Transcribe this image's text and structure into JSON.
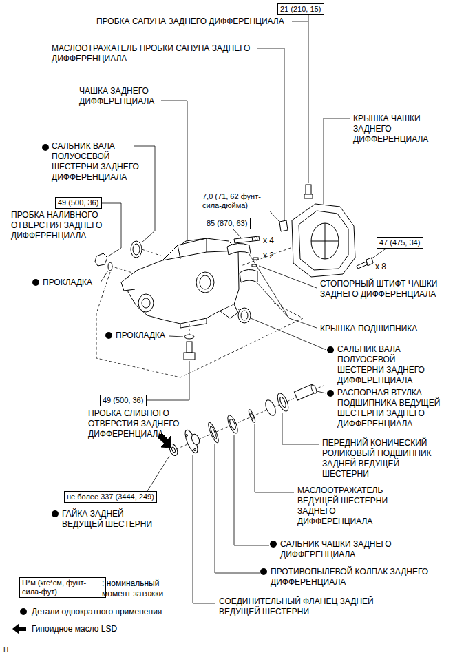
{
  "diagram": {
    "nodes": [
      {
        "text": [
          "21 (210, 15)"
        ]
      },
      {
        "text": [
          "7,0 (71, 62 фунт-сила-дюйма)"
        ]
      },
      {
        "text": [
          "49 (500, 36)"
        ]
      },
      {
        "text": [
          "85 (870, 63)"
        ]
      },
      {
        "text": [
          "47 (475, 34)"
        ]
      },
      {
        "text": [
          "49 (500, 36)"
        ]
      },
      {
        "text": [
          "не более 337 (3444, 249)"
        ]
      },
      {
        "text": [
          "Н*м (кгс*см, фунт-сила-фут)"
        ]
      }
    ],
    "labels": [
      "ПРОБКА САПУНА ЗАДНЕГО ДИФФЕРЕНЦИАЛА",
      "МАСЛООТРАЖАТЕЛЬ ПРОБКИ САПУНА ЗАДНЕГО ДИФФЕРЕНЦИАЛА",
      "ЧАШКА ЗАДНЕГО ДИФФЕРЕНЦИАЛА",
      "КРЫШКА ЧАШКИ ЗАДНЕГО ДИФФЕРЕНЦИАЛА",
      "САЛЬНИК ВАЛА ПОЛУОСЕВОЙ ШЕСТЕРНИ ЗАДНЕГО ДИФФЕРЕНЦИАЛА",
      "ПРОБКА НАЛИВНОГО ОТВЕРСТИЯ ЗАДНЕГО ДИФФЕРЕНЦИАЛА",
      "x 4",
      "x 2",
      "x 8",
      "ПРОКЛАДКА",
      "СТОПОРНЫЙ ШТИФТ ЧАШКИ ЗАДНЕГО ДИФФЕРЕНЦИАЛА",
      "КРЫШКА ПОДШИПНИКА",
      "ПРОКЛАДКА",
      "САЛЬНИК ВАЛА ПОЛУОСЕВОЙ ШЕСТЕРНИ ЗАДНЕГО ДИФФЕРЕНЦИАЛА",
      "РАСПОРНАЯ ВТУЛКА ПОДШИПНИКА ВЕДУЩЕЙ ШЕСТЕРНИ ЗАДНЕГО ДИФФЕРЕНЦИАЛА",
      "ПРОБКА СЛИВНОГО ОТВЕРСТИЯ ЗАДНЕГО ДИФФЕРЕНЦИАЛА",
      "ПЕРЕДНИЙ КОНИЧЕСКИЙ РОЛИКОВЫЙ ПОДШИПНИК ЗАДНЕЙ ВЕДУЩЕЙ ШЕСТЕРНИ",
      "МАСЛООТРАЖАТЕЛЬ ВЕДУЩЕЙ ШЕСТЕРНИ ЗАДНЕГО ДИФФЕРЕНЦИАЛА",
      "ГАЙКА ЗАДНЕЙ ВЕДУЩЕЙ ШЕСТЕРНИ",
      "САЛЬНИК ЧАШКИ ЗАДНЕГО ДИФФЕРЕНЦИАЛА",
      "ПРОТИВОПЫЛЕВОЙ КОЛПАК ЗАДНЕГО ДИФФЕРЕНЦИАЛА",
      "СОЕДИНИТЕЛЬНЫЙ ФЛАНЕЦ ЗАДНЕЙ ВЕДУЩЕЙ ШЕСТЕРНИ",
      "H"
    ],
    "legend": [
      {
        "text": ": номинальный момент затяжки"
      },
      {
        "text": "Детали однократного применения"
      },
      {
        "text": "Гипоидное масло LSD"
      }
    ]
  }
}
